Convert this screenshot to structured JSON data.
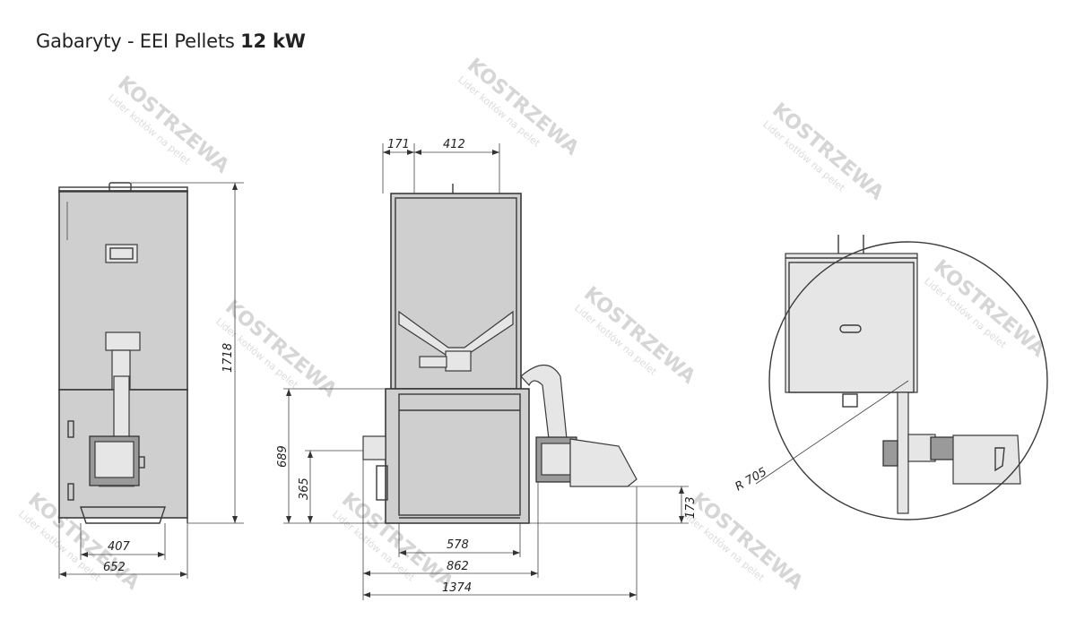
{
  "title": {
    "prefix": "Gabaryty - EEI Pellets",
    "power": "12 kW"
  },
  "watermark": {
    "brand": "KOSTRZEWA",
    "tagline": "Lider kotłów na pelet"
  },
  "dimensions": {
    "front": {
      "height": "1718",
      "inner_width": "407",
      "width": "652"
    },
    "side": {
      "top_left": "171",
      "top_right": "412",
      "height_total": "689",
      "height_lower": "365",
      "inner_depth": "578",
      "depth": "862",
      "total_depth": "1374",
      "burner_height": "173"
    },
    "top": {
      "radius": "R 705"
    }
  },
  "colors": {
    "body": "#cfcfcf",
    "line": "#3a3a3a",
    "watermark": "#d6d6d6"
  }
}
